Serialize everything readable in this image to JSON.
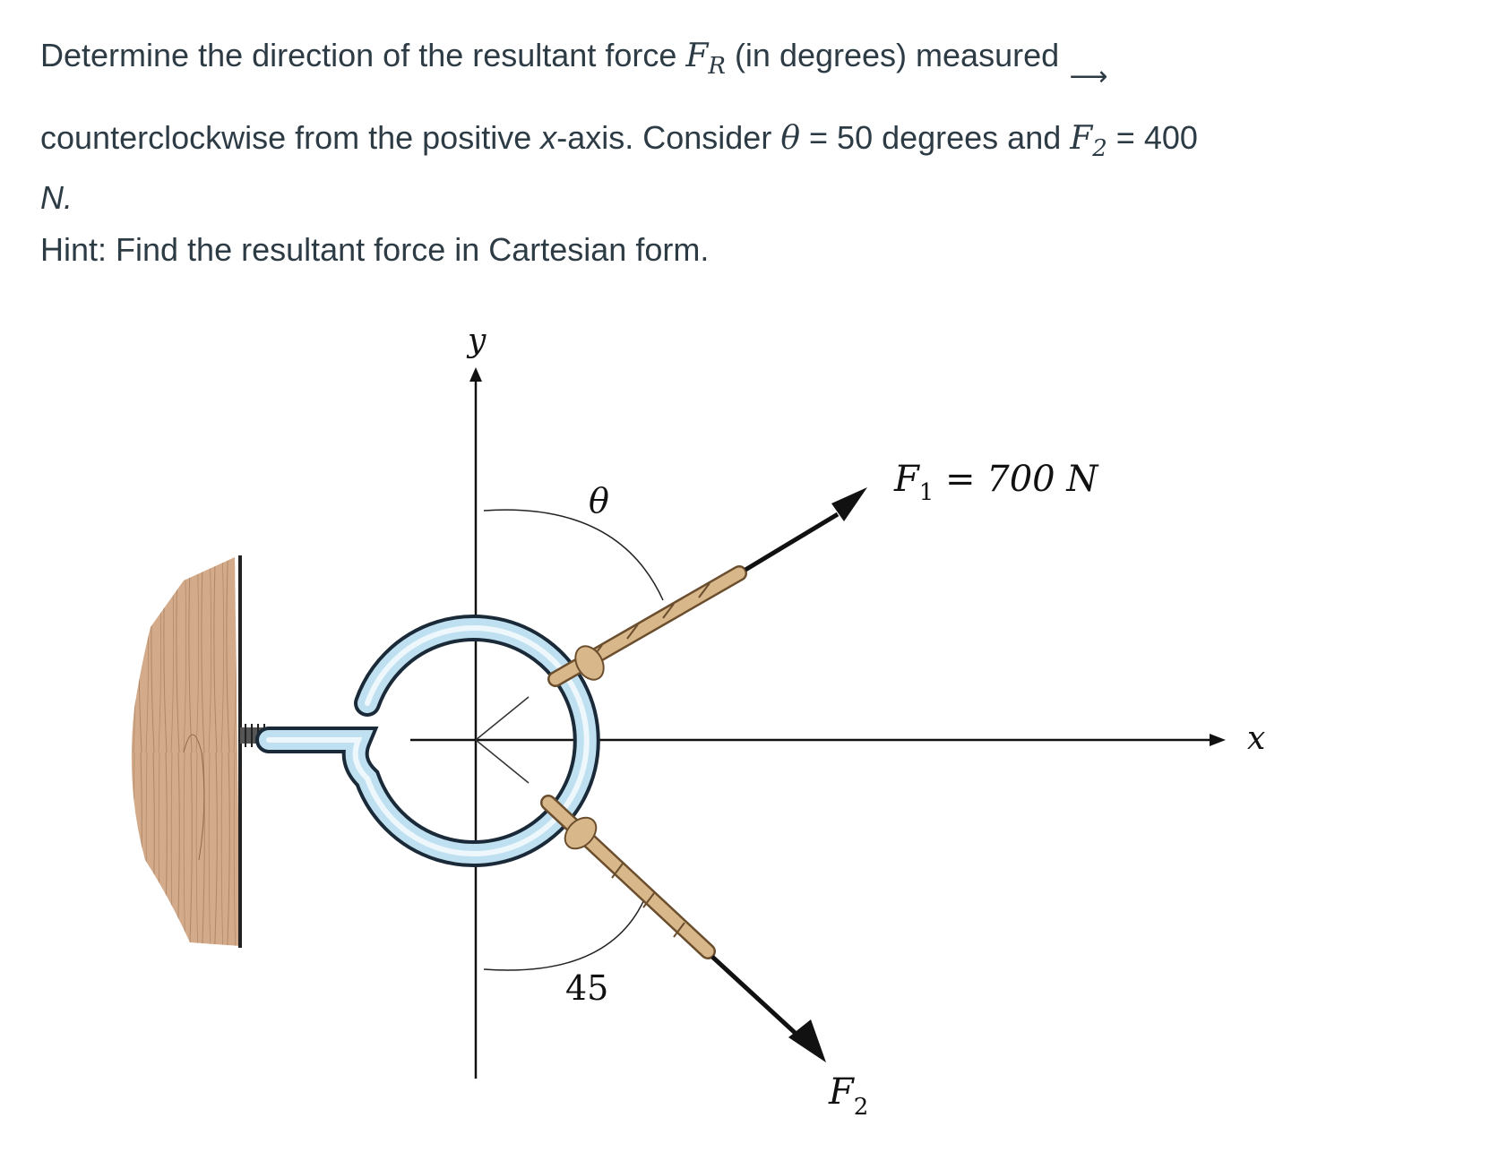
{
  "question": {
    "part1": "Determine the direction of the resultant force ",
    "fr_symbol": "F",
    "fr_subscript": "R",
    "part2": " (in degrees) measured",
    "part3": "counterclockwise from the positive ",
    "x_var": "x",
    "part4": "-axis. Consider ",
    "theta_symbol": "θ",
    "eq1": " = 50 degrees and ",
    "f2_symbol": "F",
    "f2_subscript": "2",
    "eq2": " = 400",
    "unit": "N."
  },
  "hint": "Hint: Find the resultant force in Cartesian form.",
  "figure": {
    "y_axis_label": "y",
    "x_axis_label": "x",
    "theta_label": "θ",
    "angle_label": "45",
    "f1_label": "F",
    "f1_subscript": "1",
    "f1_value": " = 700 N",
    "f2_label": "F",
    "f2_subscript": "2"
  }
}
